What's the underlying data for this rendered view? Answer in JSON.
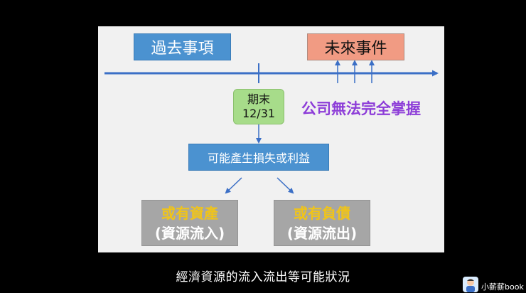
{
  "diagram": {
    "past_label": "過去事項",
    "future_label": "未來事件",
    "period_end_title": "期末",
    "period_end_date": "12/31",
    "company_note": "公司無法完全掌握",
    "gain_loss_label": "可能產生損失或利益",
    "contingent_asset": {
      "title": "或有資產",
      "sub": "(資源流入)"
    },
    "contingent_liability": {
      "title": "或有負債",
      "sub": "(資源流出)"
    },
    "colors": {
      "blue_box": "#4b92d0",
      "salmon_box": "#f19b83",
      "green_box": "#a7dc8a",
      "purple_text": "#8d3dd8",
      "gold_text": "#f0c419",
      "gray_box": "#a6a6a6",
      "timeline": "#3b6fc6"
    }
  },
  "subtitle": "經濟資源的流入流出等可能狀況",
  "channel": {
    "name": "小薪薪book",
    "icon": "avatar-icon"
  }
}
